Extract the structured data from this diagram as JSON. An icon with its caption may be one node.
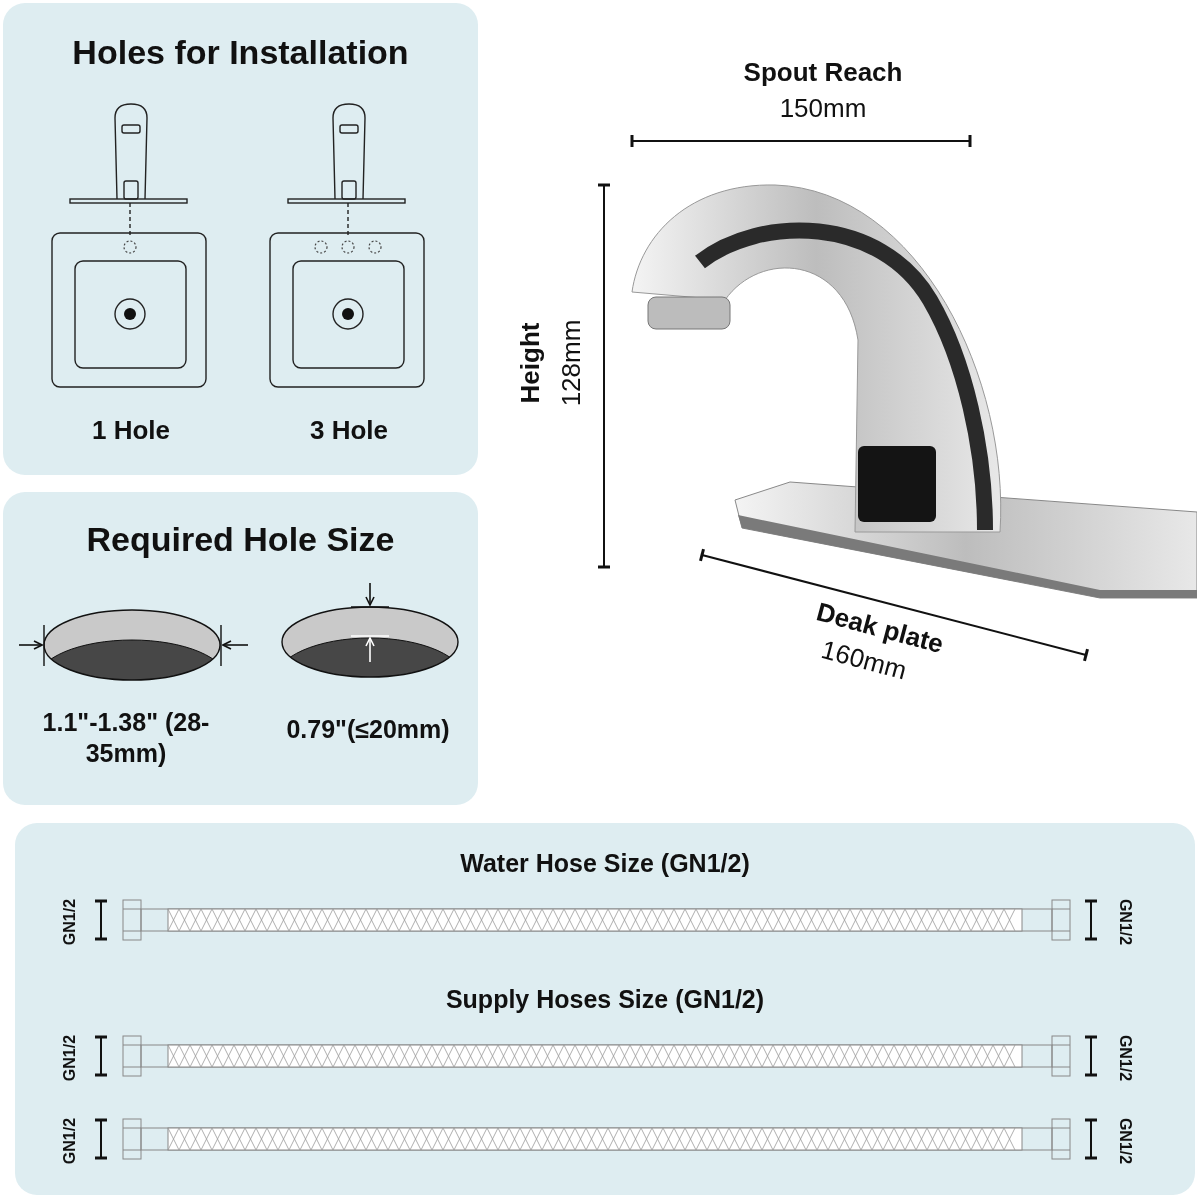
{
  "diagram": {
    "nodes": [
      {
        "text": [
          "Holes for Installation"
        ]
      },
      {
        "text": [
          "Required Hole Size"
        ]
      },
      {
        "text": [
          "Water Hose Size (GN1/2)",
          "Supply Hoses Size (GN1/2)"
        ]
      }
    ],
    "labels": [
      "Spout Reach",
      "150mm",
      "1 Hole",
      "3 Hole",
      "Height",
      "128mm",
      "1.1\"-1.38\" (28-35mm)",
      "0.79\"(≤20mm)",
      "Deak plate",
      "160mm",
      "GN1/2",
      "GN1/2",
      "GN1/2",
      "GN1/2",
      "GN1/2",
      "GN1/2"
    ]
  }
}
